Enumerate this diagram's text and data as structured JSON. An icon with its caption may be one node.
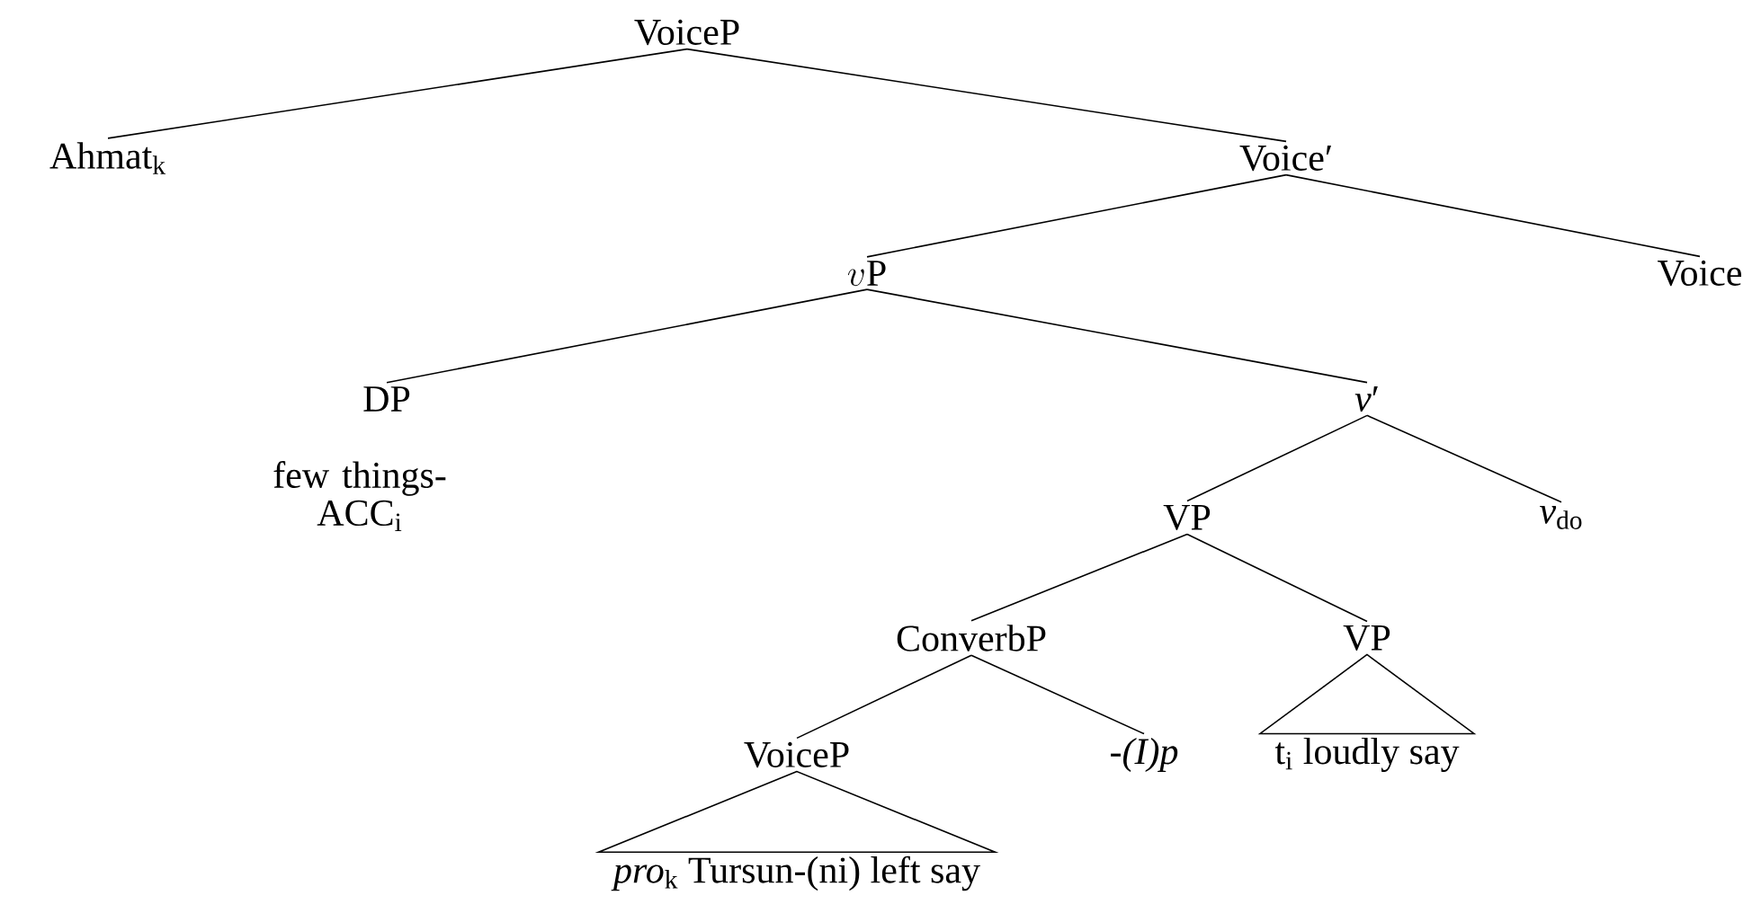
{
  "diagram": {
    "nodes": [
      {
        "text": [
          "VoiceP"
        ]
      },
      {
        "text": [
          "Ahmat$_{k}$"
        ]
      },
      {
        "text": [
          "Voice′"
        ]
      },
      {
        "text": [
          "v\\mathrm{P}"
        ]
      },
      {
        "text": [
          "Voice"
        ]
      },
      {
        "text": [
          "DP"
        ]
      },
      {
        "text": [
          "few things-ACC$_{i}$"
        ]
      },
      {
        "text": [
          "*v*′"
        ]
      },
      {
        "text": [
          "VP"
        ]
      },
      {
        "text": [
          "*v*$_{do}$"
        ]
      },
      {
        "text": [
          "ConverbP"
        ]
      },
      {
        "text": [
          "VP"
        ]
      },
      {
        "text": [
          "VoiceP"
        ]
      },
      {
        "text": [
          "*-(I)p*"
        ]
      },
      {
        "text": [
          "t$_{i}$ loudly say"
        ]
      },
      {
        "text": [
          "*pro*$_{k}$ Tursun-(ni) left say"
        ]
      }
    ],
    "edges": [
      {
        "from": 0,
        "to": 1,
        "arrow": "none"
      },
      {
        "from": 0,
        "to": 2,
        "arrow": "none"
      },
      {
        "from": 2,
        "to": 3,
        "arrow": "none"
      },
      {
        "from": 2,
        "to": 4,
        "arrow": "none"
      },
      {
        "from": 3,
        "to": 5,
        "arrow": "none"
      },
      {
        "from": 3,
        "to": 7,
        "arrow": "none"
      },
      {
        "from": 7,
        "to": 8,
        "arrow": "none"
      },
      {
        "from": 7,
        "to": 9,
        "arrow": "none"
      },
      {
        "from": 8,
        "to": 10,
        "arrow": "none"
      },
      {
        "from": 8,
        "to": 11,
        "arrow": "none"
      },
      {
        "from": 10,
        "to": 12,
        "arrow": "none"
      },
      {
        "from": 10,
        "to": 13,
        "arrow": "none"
      },
      {
        "from": 11,
        "to": 14,
        "arrow": "none"
      },
      {
        "from": 12,
        "to": 15,
        "arrow": "none"
      }
    ]
  }
}
